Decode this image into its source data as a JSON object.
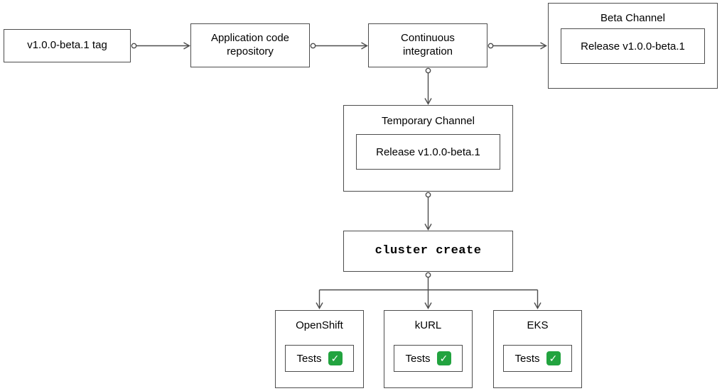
{
  "diagram": {
    "nodes": {
      "tag": {
        "label": "v1.0.0-beta.1 tag"
      },
      "repo": {
        "label": "Application code repository"
      },
      "ci": {
        "label": "Continuous integration"
      },
      "beta_channel": {
        "title": "Beta Channel",
        "release_label": "Release v1.0.0-beta.1"
      },
      "temporary_channel": {
        "title": "Temporary Channel",
        "release_label": "Release v1.0.0-beta.1"
      },
      "cluster_create": {
        "label": "cluster create"
      }
    },
    "clusters": [
      {
        "title": "OpenShift",
        "tests_label": "Tests"
      },
      {
        "title": "kURL",
        "tests_label": "Tests"
      },
      {
        "title": "EKS",
        "tests_label": "Tests"
      }
    ],
    "icons": {
      "check": "✓"
    },
    "colors": {
      "border": "#4d4d4d",
      "check_green": "#22a33f",
      "background": "#ffffff"
    }
  }
}
